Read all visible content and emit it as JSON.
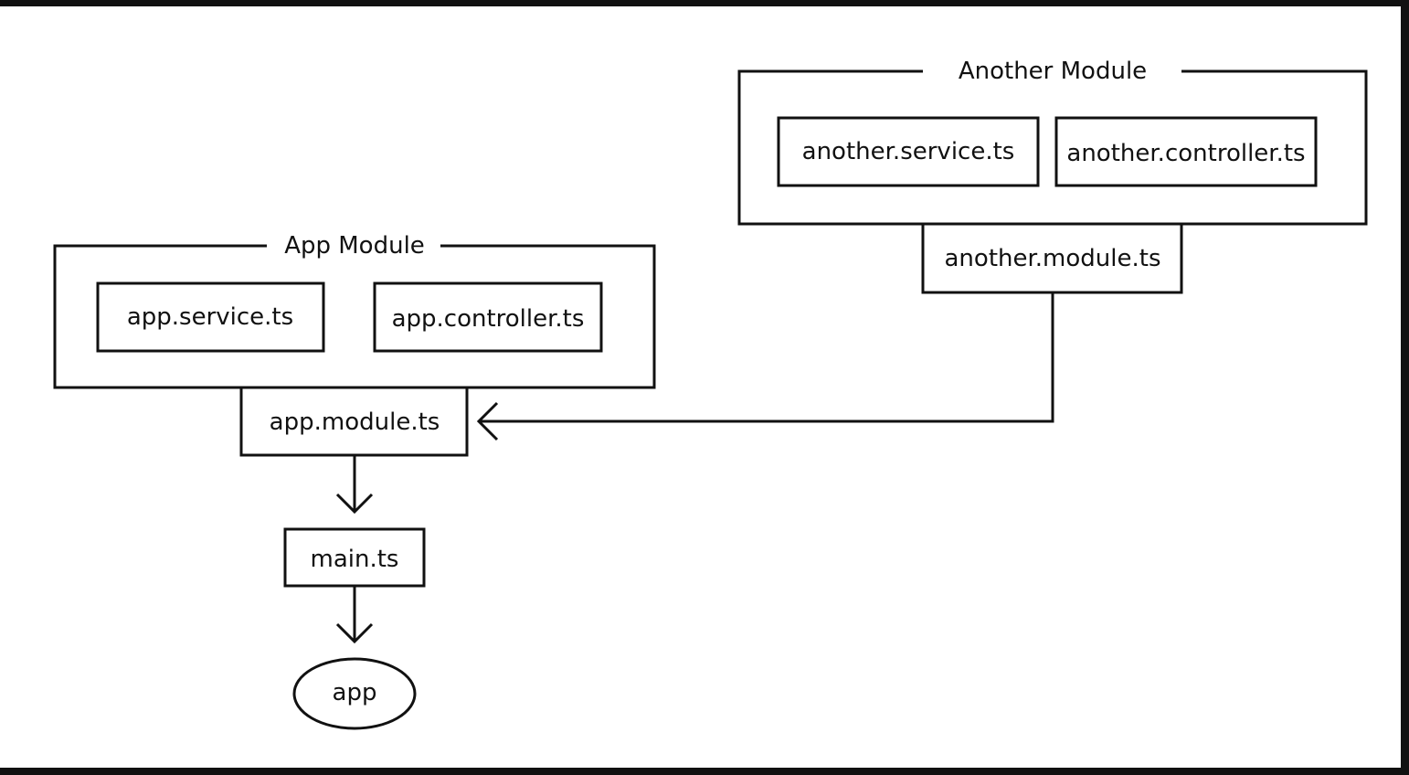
{
  "colors": {
    "frame": "#111111",
    "paper": "#ffffff",
    "ink": "#111111"
  },
  "groups": {
    "app_module": {
      "title": "App Module"
    },
    "another_module": {
      "title": "Another Module"
    }
  },
  "nodes": {
    "app_service": {
      "label": "app.service.ts"
    },
    "app_controller": {
      "label": "app.controller.ts"
    },
    "app_module_file": {
      "label": "app.module.ts"
    },
    "main": {
      "label": "main.ts"
    },
    "app": {
      "label": "app"
    },
    "another_service": {
      "label": "another.service.ts"
    },
    "another_controller": {
      "label": "another.controller.ts"
    },
    "another_module_file": {
      "label": "another.module.ts"
    }
  },
  "edges": [
    {
      "from": "another_module_file",
      "to": "app_module_file"
    },
    {
      "from": "app_module_file",
      "to": "main"
    },
    {
      "from": "main",
      "to": "app"
    }
  ]
}
